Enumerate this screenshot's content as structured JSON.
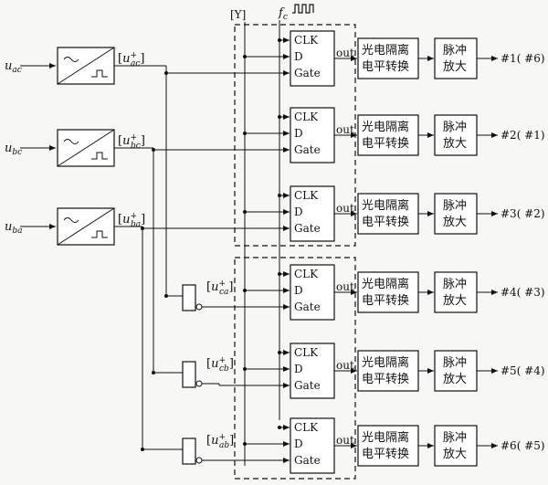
{
  "inputs": [
    {
      "base": "u",
      "sub": "ac"
    },
    {
      "base": "u",
      "sub": "bc"
    },
    {
      "base": "u",
      "sub": "ba"
    }
  ],
  "comparator_outputs": [
    {
      "base": "u",
      "sub": "ac",
      "sup": "+"
    },
    {
      "base": "u",
      "sub": "bc",
      "sup": "+"
    },
    {
      "base": "u",
      "sub": "ba",
      "sup": "+"
    }
  ],
  "inverter_outputs": [
    {
      "base": "u",
      "sub": "ca",
      "sup": "+"
    },
    {
      "base": "u",
      "sub": "cb",
      "sup": "+"
    },
    {
      "base": "u",
      "sub": "ab",
      "sup": "+"
    }
  ],
  "top_labels": {
    "y_bus": "[Y]",
    "clock": {
      "base": "f",
      "sub": "c"
    }
  },
  "latch": {
    "clk": "CLK",
    "d": "D",
    "gate": "Gate",
    "out": "out"
  },
  "isolation_block": [
    "光电隔离",
    "电平转换"
  ],
  "amplifier_block": [
    "脉冲",
    "放大"
  ],
  "outputs": [
    {
      "main": "#1",
      "alt": "#6"
    },
    {
      "main": "#2",
      "alt": "#1"
    },
    {
      "main": "#3",
      "alt": "#2"
    },
    {
      "main": "#4",
      "alt": "#3"
    },
    {
      "main": "#5",
      "alt": "#4"
    },
    {
      "main": "#6",
      "alt": "#5"
    }
  ]
}
